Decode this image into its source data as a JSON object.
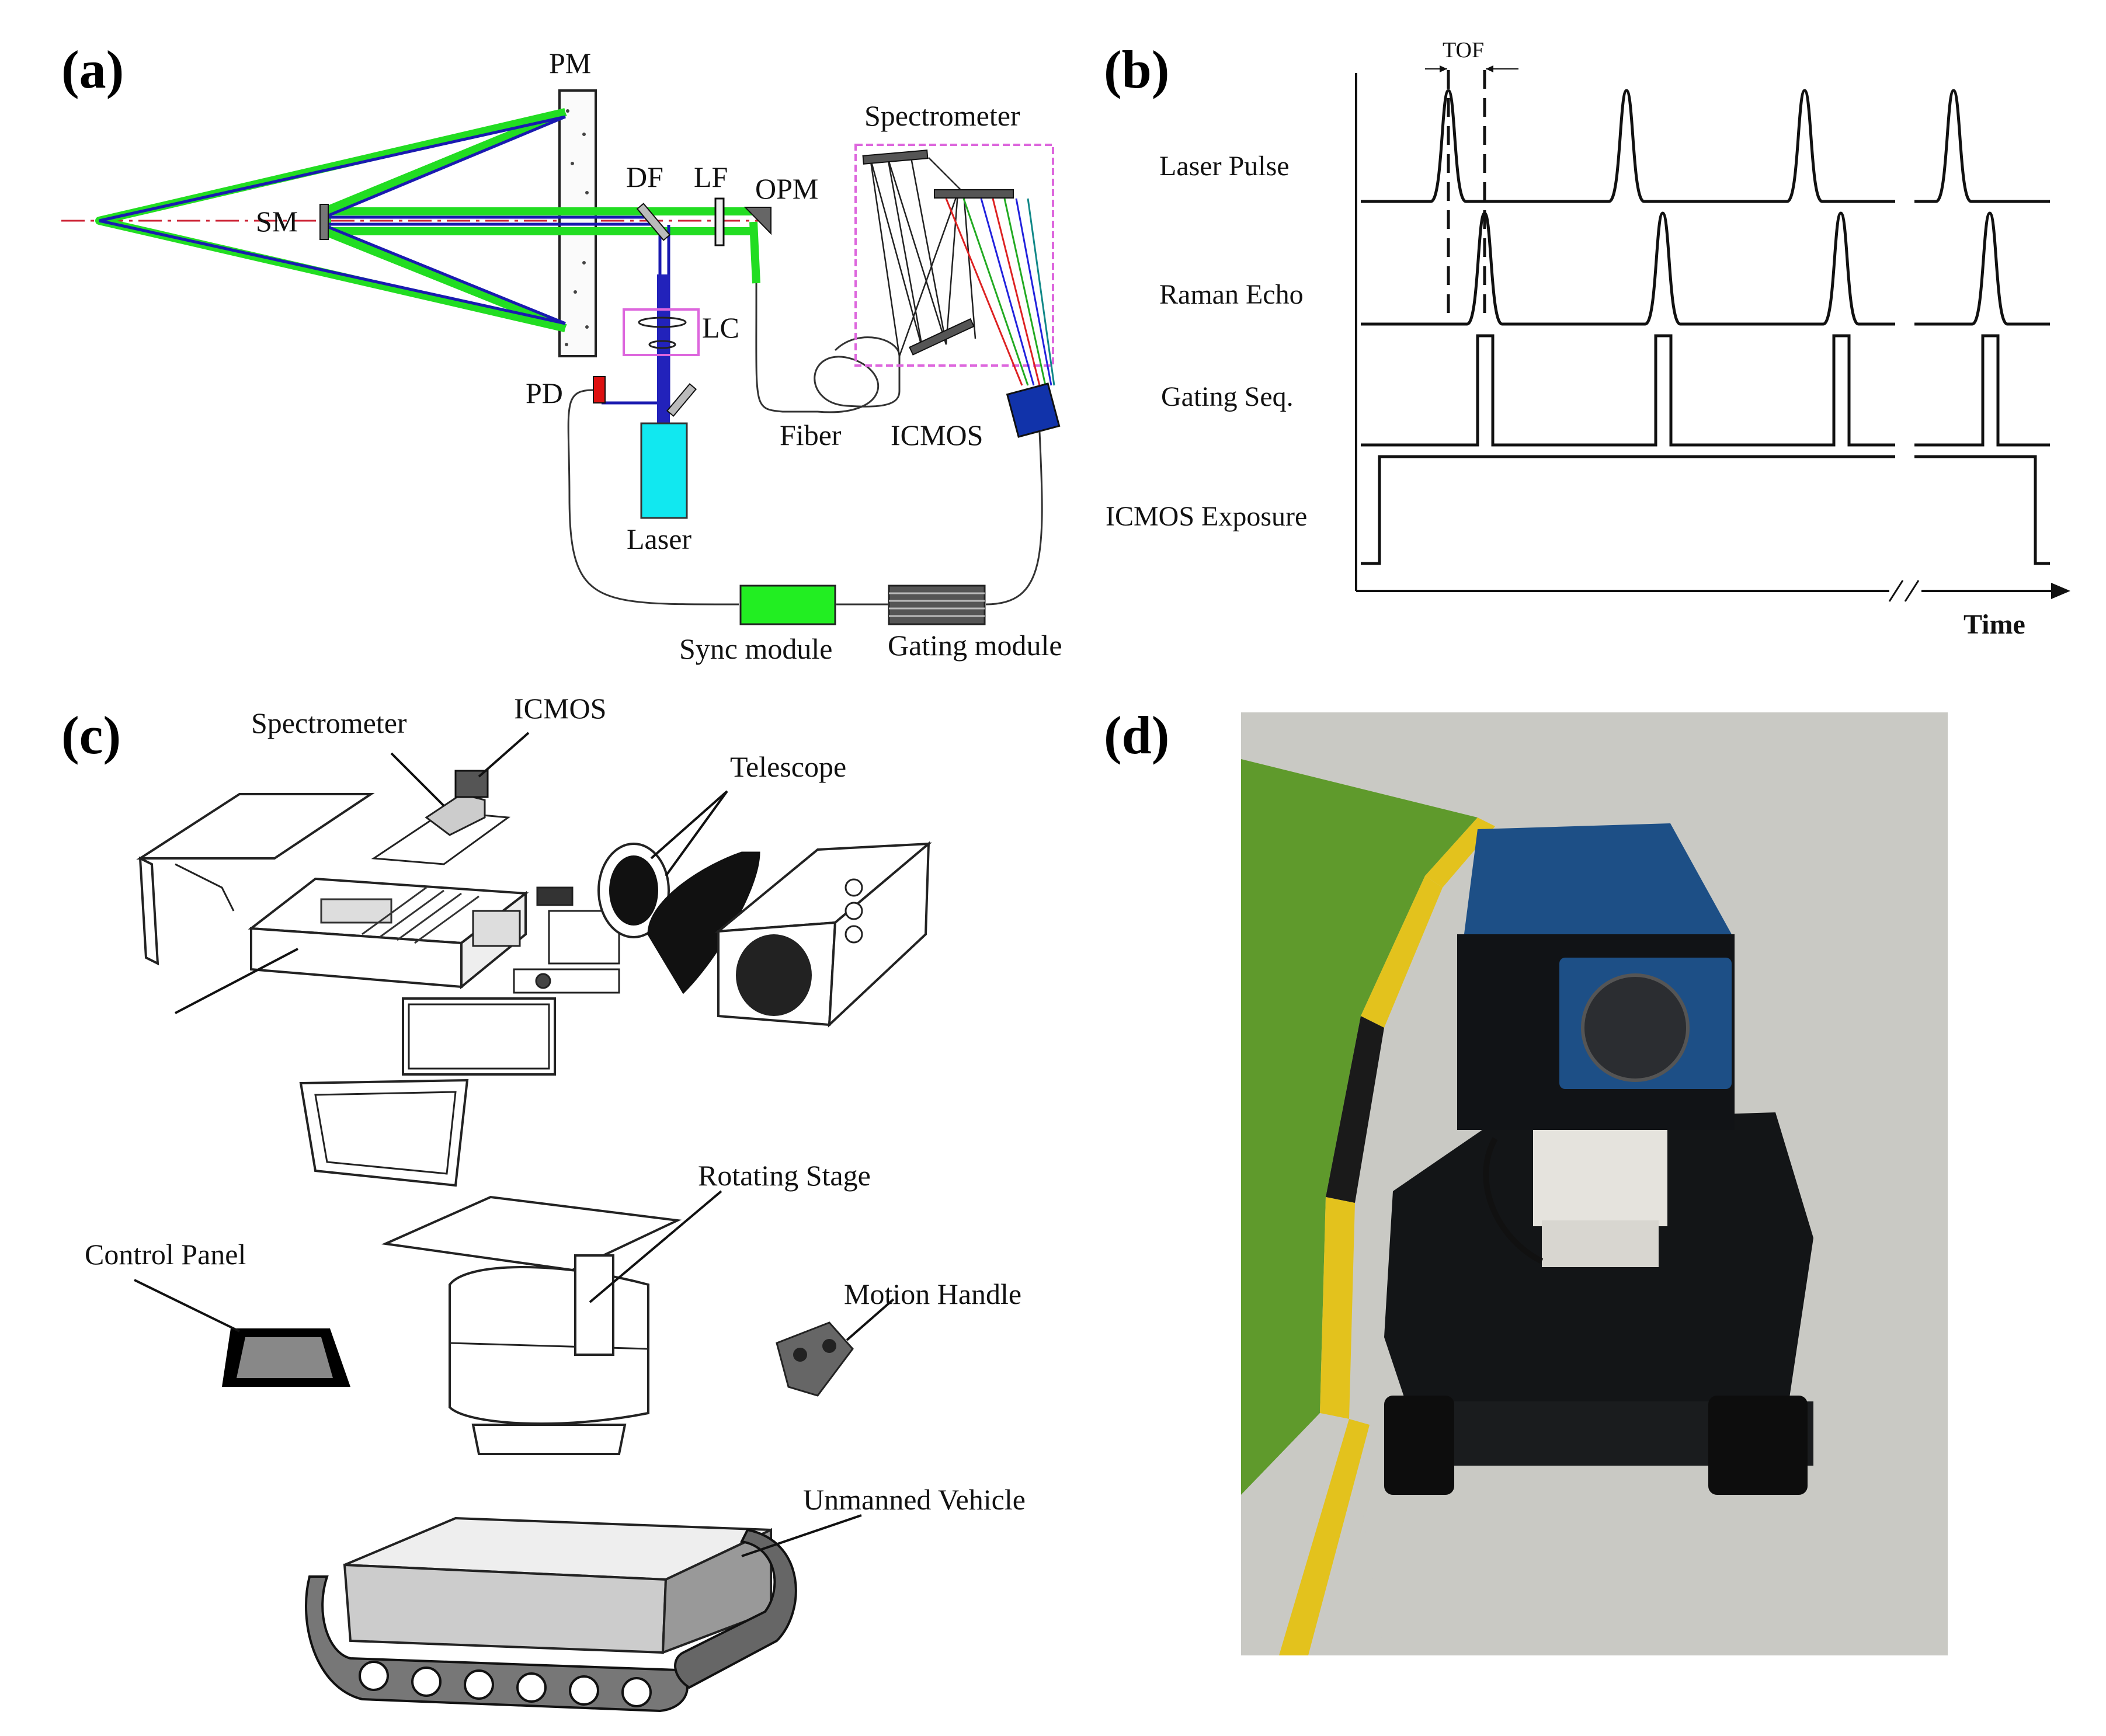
{
  "panels": {
    "a": {
      "tag": "(a)",
      "labels": {
        "pm": "PM",
        "sm": "SM",
        "df": "DF",
        "lf": "LF",
        "opm": "OPM",
        "spectrometer": "Spectrometer",
        "lc": "LC",
        "pd": "PD",
        "fiber": "Fiber",
        "icmos": "ICMOS",
        "laser": "Laser",
        "sync": "Sync module",
        "gating": "Gating module"
      }
    },
    "b": {
      "tag": "(b)",
      "labels": {
        "tof": "TOF",
        "laser_pulse": "Laser Pulse",
        "raman_echo": "Raman Echo",
        "gating_seq": "Gating Seq.",
        "icmos_exposure": "ICMOS Exposure",
        "time": "Time"
      }
    },
    "c": {
      "tag": "(c)",
      "labels": {
        "spectrometer": "Spectrometer",
        "icmos": "ICMOS",
        "telescope": "Telescope",
        "rotating_stage": "Rotating Stage",
        "control_panel": "Control Panel",
        "motion_handle": "Motion Handle",
        "unmanned_vehicle": "Unmanned Vehicle"
      }
    },
    "d": {
      "tag": "(d)"
    }
  },
  "colors": {
    "green_beam": "#22dd22",
    "blue_beam": "#1a1ab0",
    "magenta_box": "#dd66dd",
    "laser_body": "#11e8f0",
    "sync_module": "#22ee22",
    "gating_module": "#555555",
    "icmos_box": "#1133aa",
    "pd": "#dd1111",
    "grass": "#5f9a2c",
    "curb": "#e3c21d",
    "pavement": "#c9c9c4",
    "lidar_blue": "#1d4f86",
    "vehicle_black": "#131517"
  }
}
